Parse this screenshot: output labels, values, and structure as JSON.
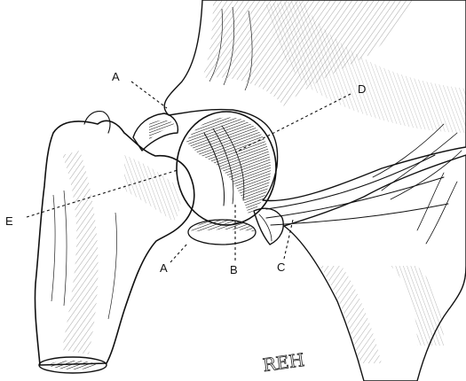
{
  "figure": {
    "labels": [
      {
        "id": "A_upper",
        "text": "A"
      },
      {
        "id": "D",
        "text": "D"
      },
      {
        "id": "E",
        "text": "E"
      },
      {
        "id": "A_lower",
        "text": "A"
      },
      {
        "id": "B",
        "text": "B"
      },
      {
        "id": "C",
        "text": "C"
      }
    ],
    "signature": "REH"
  }
}
